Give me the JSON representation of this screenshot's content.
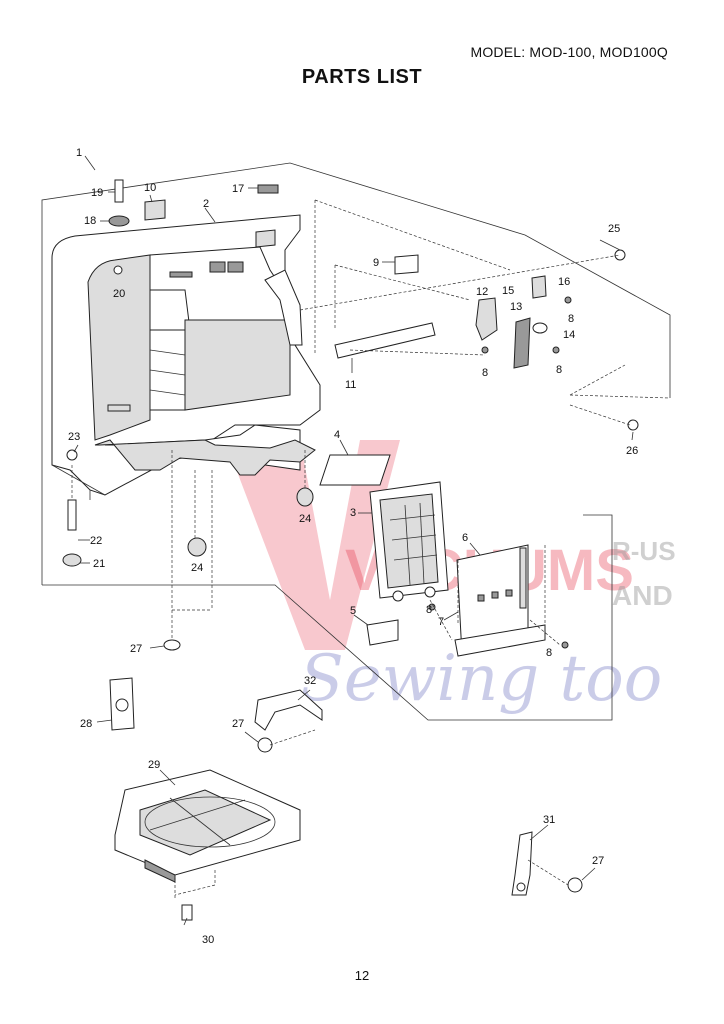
{
  "header": {
    "model": "MODEL: MOD-100, MOD100Q",
    "title": "PARTS LIST"
  },
  "footer": {
    "page_number": "12"
  },
  "watermark": {
    "line1": "VACUUMS",
    "line2": "R-US",
    "line3": "AND",
    "line4": "Sewing too",
    "colors": {
      "red": "#e63a4e",
      "gray": "#999999",
      "blue": "#6b6fc0"
    }
  },
  "callouts": [
    {
      "id": "c1",
      "text": "1"
    },
    {
      "id": "c2",
      "text": "2"
    },
    {
      "id": "c3",
      "text": "3"
    },
    {
      "id": "c4",
      "text": "4"
    },
    {
      "id": "c5",
      "text": "5"
    },
    {
      "id": "c6",
      "text": "6"
    },
    {
      "id": "c7",
      "text": "7"
    },
    {
      "id": "c8a",
      "text": "8"
    },
    {
      "id": "c8b",
      "text": "8"
    },
    {
      "id": "c8c",
      "text": "8"
    },
    {
      "id": "c8d",
      "text": "8"
    },
    {
      "id": "c8e",
      "text": "8"
    },
    {
      "id": "c9",
      "text": "9"
    },
    {
      "id": "c10",
      "text": "10"
    },
    {
      "id": "c11",
      "text": "11"
    },
    {
      "id": "c12",
      "text": "12"
    },
    {
      "id": "c13",
      "text": "13"
    },
    {
      "id": "c14",
      "text": "14"
    },
    {
      "id": "c15",
      "text": "15"
    },
    {
      "id": "c16",
      "text": "16"
    },
    {
      "id": "c17",
      "text": "17"
    },
    {
      "id": "c18",
      "text": "18"
    },
    {
      "id": "c19",
      "text": "19"
    },
    {
      "id": "c20",
      "text": "20"
    },
    {
      "id": "c21",
      "text": "21"
    },
    {
      "id": "c22",
      "text": "22"
    },
    {
      "id": "c23",
      "text": "23"
    },
    {
      "id": "c24a",
      "text": "24"
    },
    {
      "id": "c24b",
      "text": "24"
    },
    {
      "id": "c25",
      "text": "25"
    },
    {
      "id": "c26",
      "text": "26"
    },
    {
      "id": "c27a",
      "text": "27"
    },
    {
      "id": "c27b",
      "text": "27"
    },
    {
      "id": "c27c",
      "text": "27"
    },
    {
      "id": "c28",
      "text": "28"
    },
    {
      "id": "c29",
      "text": "29"
    },
    {
      "id": "c30",
      "text": "30"
    },
    {
      "id": "c31",
      "text": "31"
    },
    {
      "id": "c32",
      "text": "32"
    }
  ]
}
